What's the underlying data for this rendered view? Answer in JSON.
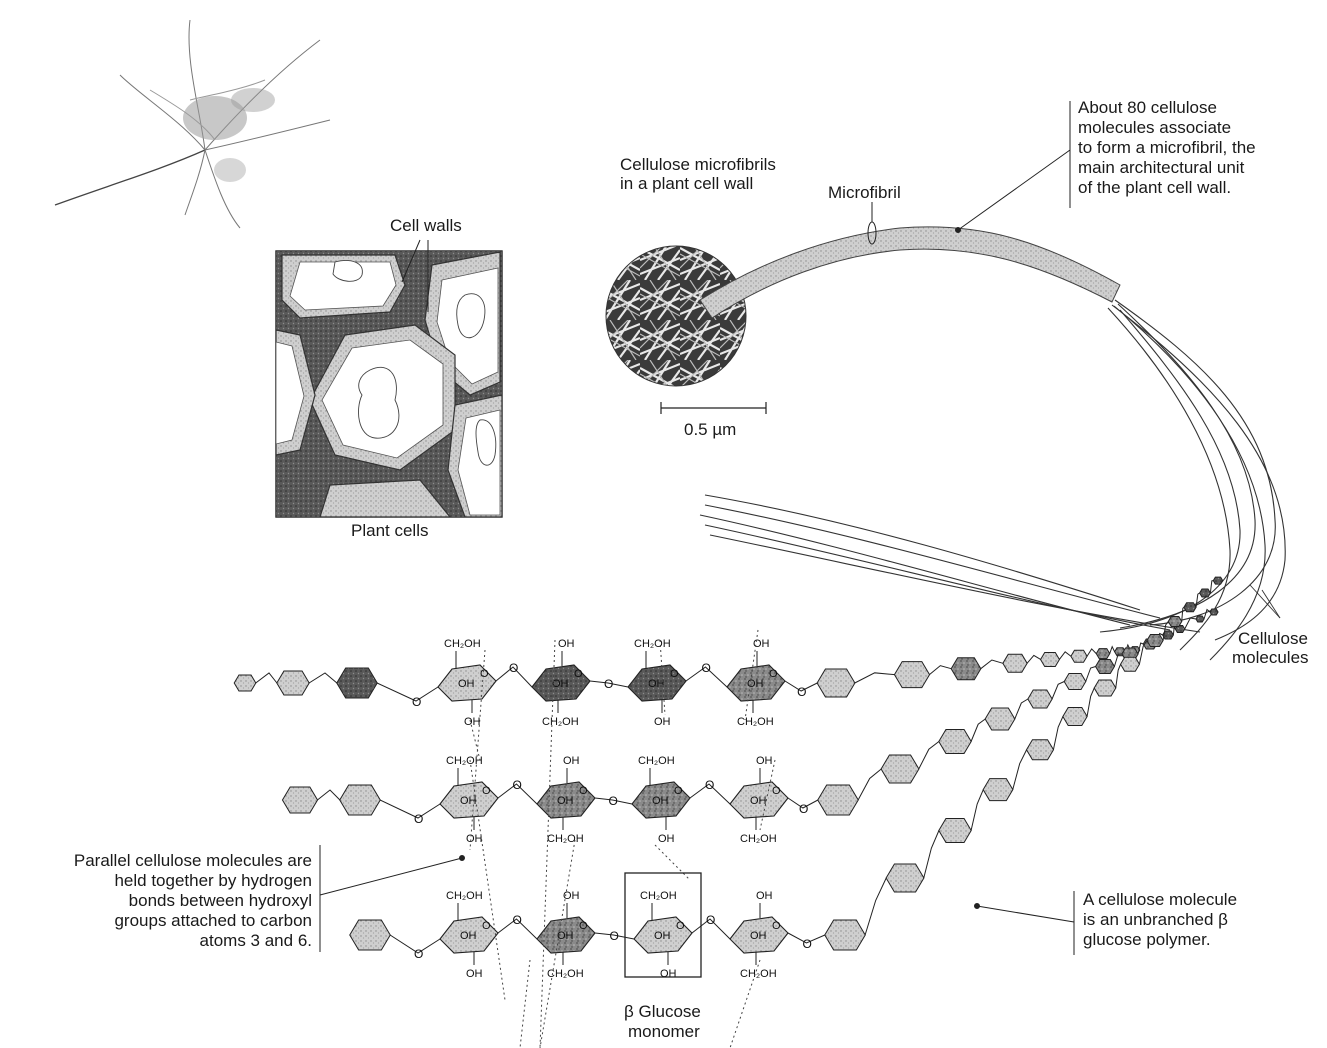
{
  "labels": {
    "cell_walls": "Cell walls",
    "plant_cells": "Plant cells",
    "micrograph_caption_line1": "Cellulose microfibrils",
    "micrograph_caption_line2": "in a plant cell wall",
    "scale_bar": "0.5 µm",
    "microfibril": "Microfibril",
    "microfibril_note": [
      "About 80 cellulose",
      "molecules associate",
      "to form a microfibril, the",
      "main architectural unit",
      "of the plant cell wall."
    ],
    "cellulose_molecules": [
      "Cellulose",
      "molecules"
    ],
    "hbond_note": [
      "Parallel cellulose molecules are",
      "held together by hydrogen",
      "bonds between hydroxyl",
      "groups attached to carbon",
      "atoms 3 and 6."
    ],
    "polymer_note": [
      "A cellulose molecule",
      "is an unbranched β",
      "glucose polymer."
    ],
    "monomer_box": [
      "β Glucose",
      "monomer"
    ]
  },
  "chem": {
    "ch2oh": "CH₂OH",
    "oh": "OH",
    "o": "O"
  },
  "colors": {
    "ink": "#1a1a1a",
    "ring_light": "#d9d9d9",
    "ring_mid": "#a6a6a6",
    "ring_dark": "#5a5a5a",
    "wall": "#6e6e6e"
  }
}
